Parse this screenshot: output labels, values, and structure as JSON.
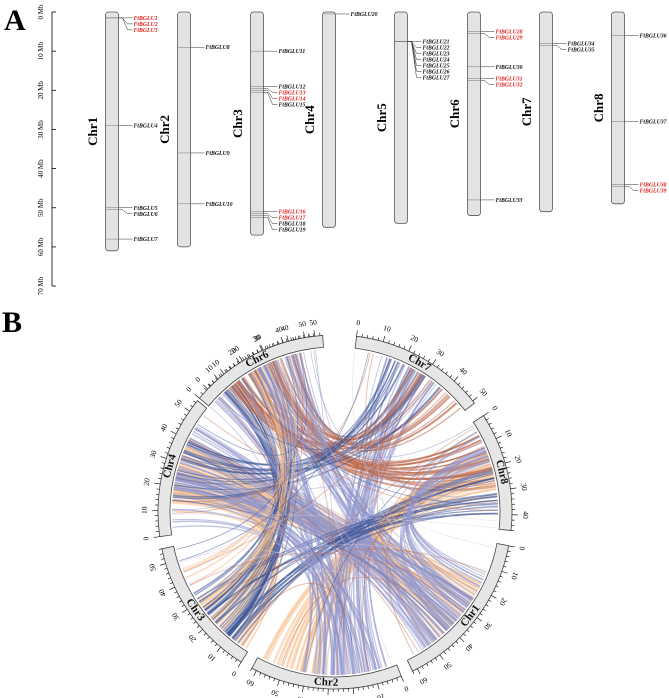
{
  "panel_a": {
    "letter": "A",
    "scale_unit": "Mb",
    "scale_ticks": [
      0,
      10,
      20,
      30,
      40,
      50,
      60,
      70
    ],
    "chromosomes": [
      {
        "name": "Chr1",
        "length": 61,
        "genes": [
          {
            "name": "FtBGLU1",
            "pos": 1.5,
            "highlight": true
          },
          {
            "name": "FtBGLU2",
            "pos": 1.5,
            "highlight": true
          },
          {
            "name": "FtBGLU3",
            "pos": 1.5,
            "highlight": true
          },
          {
            "name": "FtBGLU4",
            "pos": 29,
            "highlight": false
          },
          {
            "name": "FtBGLU5",
            "pos": 50,
            "highlight": false
          },
          {
            "name": "FtBGLU6",
            "pos": 50.5,
            "highlight": false
          },
          {
            "name": "FtBGLU7",
            "pos": 58,
            "highlight": false
          }
        ]
      },
      {
        "name": "Chr2",
        "length": 60,
        "genes": [
          {
            "name": "FtBGLU8",
            "pos": 9,
            "highlight": false
          },
          {
            "name": "FtBGLU9",
            "pos": 36,
            "highlight": false
          },
          {
            "name": "FtBGLU10",
            "pos": 49,
            "highlight": false
          }
        ]
      },
      {
        "name": "Chr3",
        "length": 57,
        "genes": [
          {
            "name": "FtBGLU11",
            "pos": 10,
            "highlight": false
          },
          {
            "name": "FtBGLU12",
            "pos": 19,
            "highlight": false
          },
          {
            "name": "FtBGLU13",
            "pos": 19.5,
            "highlight": true
          },
          {
            "name": "FtBGLU14",
            "pos": 20,
            "highlight": true
          },
          {
            "name": "FtBGLU15",
            "pos": 20.5,
            "highlight": false
          },
          {
            "name": "FtBGLU16",
            "pos": 51,
            "highlight": true
          },
          {
            "name": "FtBGLU17",
            "pos": 51.5,
            "highlight": true
          },
          {
            "name": "FtBGLU18",
            "pos": 52,
            "highlight": false
          },
          {
            "name": "FtBGLU19",
            "pos": 52.5,
            "highlight": false
          }
        ]
      },
      {
        "name": "Chr4",
        "length": 55,
        "genes": [
          {
            "name": "FtBGLU20",
            "pos": 0.5,
            "highlight": false
          }
        ]
      },
      {
        "name": "Chr5",
        "length": 54,
        "genes": [
          {
            "name": "FtBGLU21",
            "pos": 7.5,
            "highlight": false
          },
          {
            "name": "FtBGLU22",
            "pos": 7.5,
            "highlight": false
          },
          {
            "name": "FtBGLU23",
            "pos": 7.5,
            "highlight": false
          },
          {
            "name": "FtBGLU24",
            "pos": 7.5,
            "highlight": false
          },
          {
            "name": "FtBGLU25",
            "pos": 7.5,
            "highlight": false
          },
          {
            "name": "FtBGLU26",
            "pos": 7.5,
            "highlight": false
          },
          {
            "name": "FtBGLU27",
            "pos": 7.5,
            "highlight": false
          }
        ]
      },
      {
        "name": "Chr6",
        "length": 52,
        "genes": [
          {
            "name": "FtBGLU28",
            "pos": 5,
            "highlight": true
          },
          {
            "name": "FtBGLU29",
            "pos": 5.5,
            "highlight": true
          },
          {
            "name": "FtBGLU30",
            "pos": 14,
            "highlight": false
          },
          {
            "name": "FtBGLU31",
            "pos": 17,
            "highlight": true
          },
          {
            "name": "FtBGLU32",
            "pos": 17.5,
            "highlight": true
          },
          {
            "name": "FtBGLU33",
            "pos": 48,
            "highlight": false
          }
        ]
      },
      {
        "name": "Chr7",
        "length": 51,
        "genes": [
          {
            "name": "FtBGLU34",
            "pos": 8,
            "highlight": false
          },
          {
            "name": "FtBGLU35",
            "pos": 8.5,
            "highlight": false
          }
        ]
      },
      {
        "name": "Chr8",
        "length": 49,
        "genes": [
          {
            "name": "FtBGLU36",
            "pos": 6,
            "highlight": false
          },
          {
            "name": "FtBGLU37",
            "pos": 28,
            "highlight": false
          },
          {
            "name": "FtBGLU38",
            "pos": 44,
            "highlight": true
          },
          {
            "name": "FtBGLU39",
            "pos": 44.5,
            "highlight": true
          }
        ]
      }
    ]
  },
  "panel_b": {
    "letter": "B",
    "chromosomes": [
      {
        "name": "Chr1",
        "length": 62,
        "ticks": [
          0,
          10,
          20,
          30,
          40,
          50,
          60
        ]
      },
      {
        "name": "Chr2",
        "length": 62,
        "ticks": [
          0,
          10,
          20,
          30,
          40,
          50,
          60
        ]
      },
      {
        "name": "Chr3",
        "length": 56,
        "ticks": [
          0,
          10,
          20,
          30,
          40,
          50
        ]
      },
      {
        "name": "Chr4",
        "length": 55,
        "ticks": [
          0,
          10,
          20,
          30,
          40,
          50
        ]
      },
      {
        "name": "Chr5",
        "length": 54,
        "ticks": [
          0,
          10,
          20,
          30,
          40,
          50
        ]
      },
      {
        "name": "Chr6",
        "length": 53,
        "ticks": [
          0,
          10,
          20,
          30,
          40,
          50
        ]
      },
      {
        "name": "Chr7",
        "length": 51,
        "ticks": [
          0,
          10,
          20,
          30,
          40,
          50
        ]
      },
      {
        "name": "Chr8",
        "length": 46,
        "ticks": [
          0,
          10,
          20,
          30,
          40
        ]
      }
    ],
    "link_colors": {
      "peach": "#f8c08c",
      "lavender": "#8f96cc",
      "navy": "#3c5597",
      "rust": "#c06a4c",
      "light": "#d9d4e8"
    }
  },
  "colors": {
    "highlight": "#e0201c",
    "normal": "#111111",
    "chr_fill": "#e3e3e3",
    "chr_stroke": "#555555"
  }
}
